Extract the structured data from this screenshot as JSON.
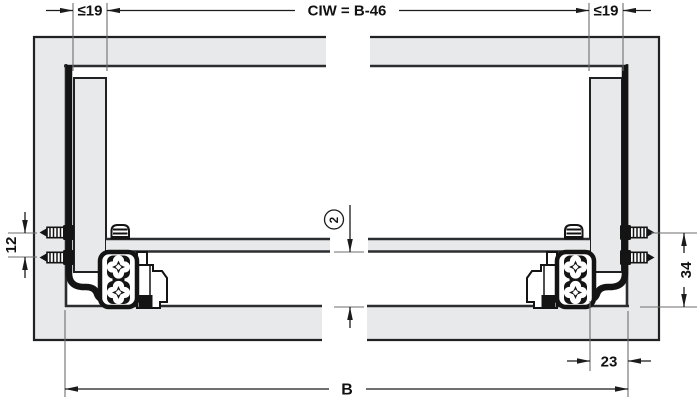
{
  "drawing": {
    "kind": "cabinet-drawer-runner-cross-section",
    "dimensions": {
      "side_clearance_left": "≤19",
      "inner_width_formula": "CIW = B-46",
      "side_clearance_right": "≤19",
      "screw_spacing": "12",
      "runner_height": "34",
      "rear_offset": "23",
      "cabinet_width": "B",
      "note_ref": "2"
    },
    "colors": {
      "panel_gray": "#e8e9ea",
      "outline": "#1f2123",
      "inner_edge": "#2b2e31",
      "hardware_black": "#141414",
      "dim_line": "#1b1b1b",
      "ext_line": "#6e6e6e",
      "text": "#111111"
    }
  }
}
